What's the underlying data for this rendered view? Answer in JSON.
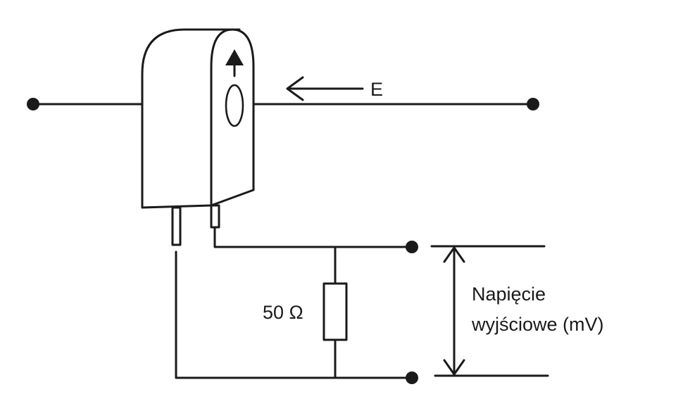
{
  "diagram": {
    "title": "Current transformer (Rogowski/CT) output measurement schematic",
    "labels": {
      "field_direction": "E",
      "resistor_value": "50 Ω",
      "output_label_line1": "Napięcie",
      "output_label_line2": "wyjściowe (mV)"
    },
    "components": [
      {
        "id": "current-sensor",
        "type": "clamp/current transformer"
      },
      {
        "id": "conductor",
        "type": "wire passing through sensor aperture"
      },
      {
        "id": "burden-resistor",
        "type": "resistor",
        "value": "50 Ω"
      },
      {
        "id": "output-terminals",
        "type": "terminal pair",
        "measured": "output voltage (mV)"
      }
    ],
    "icons": {
      "terminal": "filled-circle",
      "direction_arrow": "left-arrow",
      "orientation_arrow": "up-arrow",
      "dimension_arrow": "double-headed-vertical-arrow"
    },
    "colors": {
      "line": "#1a1a1a",
      "background": "#ffffff"
    }
  }
}
